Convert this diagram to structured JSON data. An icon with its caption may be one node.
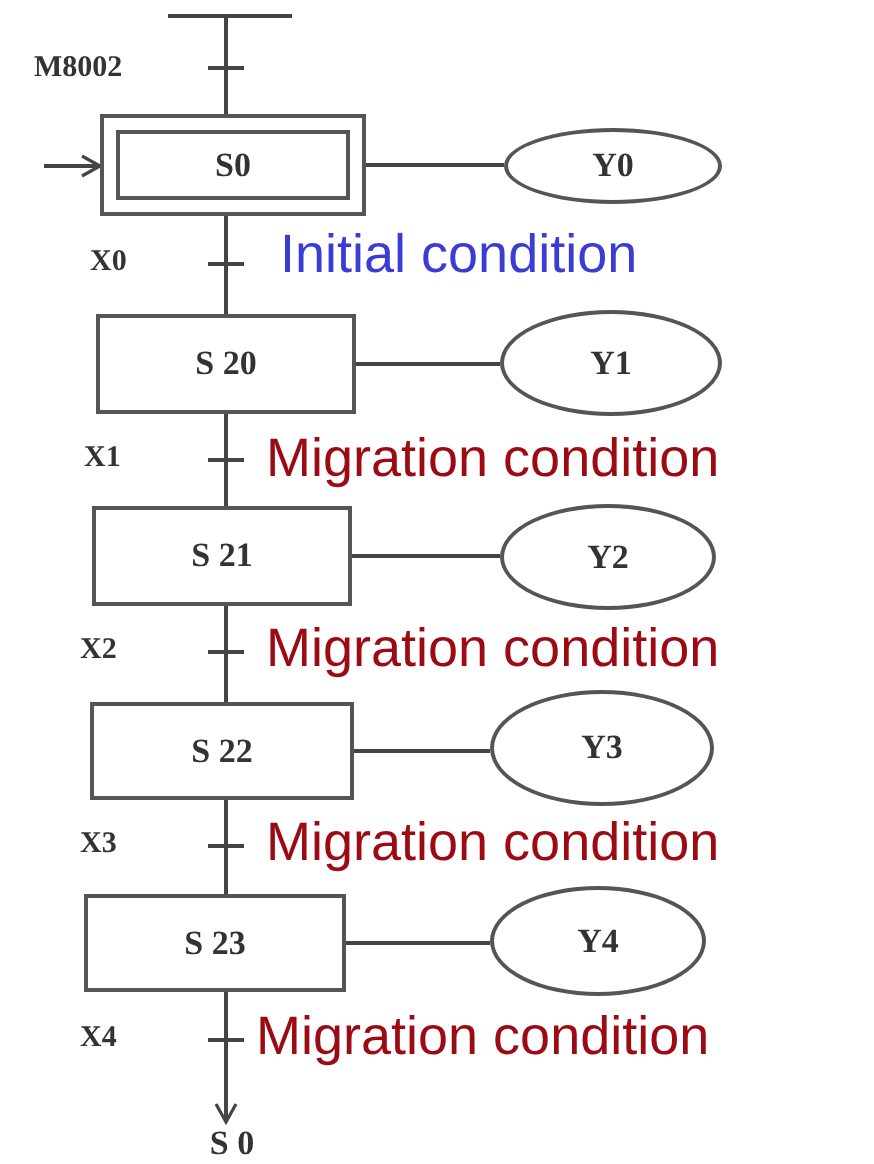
{
  "diagram": {
    "nodes": [
      {
        "text": [],
        "shape": "bar"
      },
      {
        "text": [
          "S0"
        ]
      },
      {
        "text": [
          "Y0"
        ]
      },
      {
        "text": [
          "S 20"
        ]
      },
      {
        "text": [
          "Y1"
        ]
      },
      {
        "text": [
          "S 21"
        ]
      },
      {
        "text": [
          "Y2"
        ]
      },
      {
        "text": [
          "S 22"
        ]
      },
      {
        "text": [
          "Y3"
        ]
      },
      {
        "text": [
          "S 23"
        ]
      },
      {
        "text": [
          "Y4"
        ]
      },
      {
        "text": [
          "S 0"
        ]
      }
    ],
    "edges": [
      {
        "from": 0,
        "to": 1,
        "arrow": "none",
        "label": "M8002"
      },
      {
        "from": null,
        "to": 1,
        "arrow": "to"
      },
      {
        "from": 1,
        "to": 2,
        "arrow": "none"
      },
      {
        "from": 1,
        "to": 3,
        "arrow": "none",
        "label": "X0"
      },
      {
        "from": 3,
        "to": 4,
        "arrow": "none"
      },
      {
        "from": 3,
        "to": 5,
        "arrow": "none",
        "label": "X1"
      },
      {
        "from": 5,
        "to": 6,
        "arrow": "none"
      },
      {
        "from": 5,
        "to": 7,
        "arrow": "none",
        "label": "X2"
      },
      {
        "from": 7,
        "to": 8,
        "arrow": "none"
      },
      {
        "from": 7,
        "to": 9,
        "arrow": "none",
        "label": "X3"
      },
      {
        "from": 9,
        "to": 10,
        "arrow": "none"
      },
      {
        "from": 9,
        "to": 11,
        "arrow": "to",
        "label": "X4"
      }
    ],
    "labels": [
      "Initial condition",
      "Migration condition",
      "Migration condition",
      "Migration condition",
      "Migration condition"
    ]
  }
}
